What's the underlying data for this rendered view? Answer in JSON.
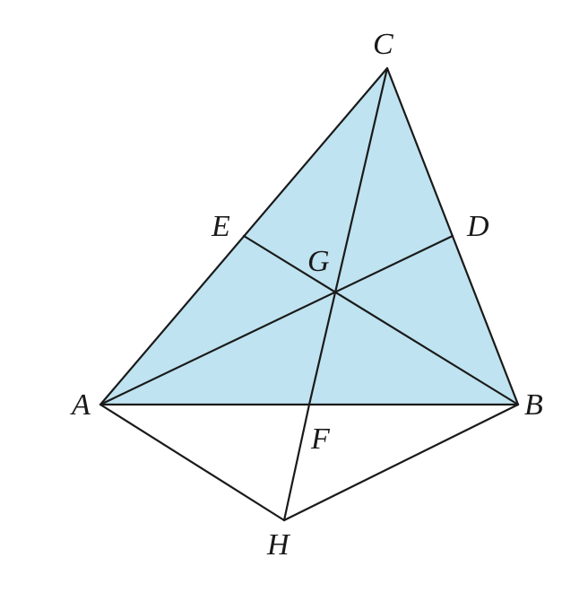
{
  "colors": {
    "fill": "#bfe3f0",
    "stroke": "#1a1a1a"
  },
  "points": {
    "A": "A",
    "B": "B",
    "C": "C",
    "D": "D",
    "E": "E",
    "F": "F",
    "G": "G",
    "H": "H"
  }
}
